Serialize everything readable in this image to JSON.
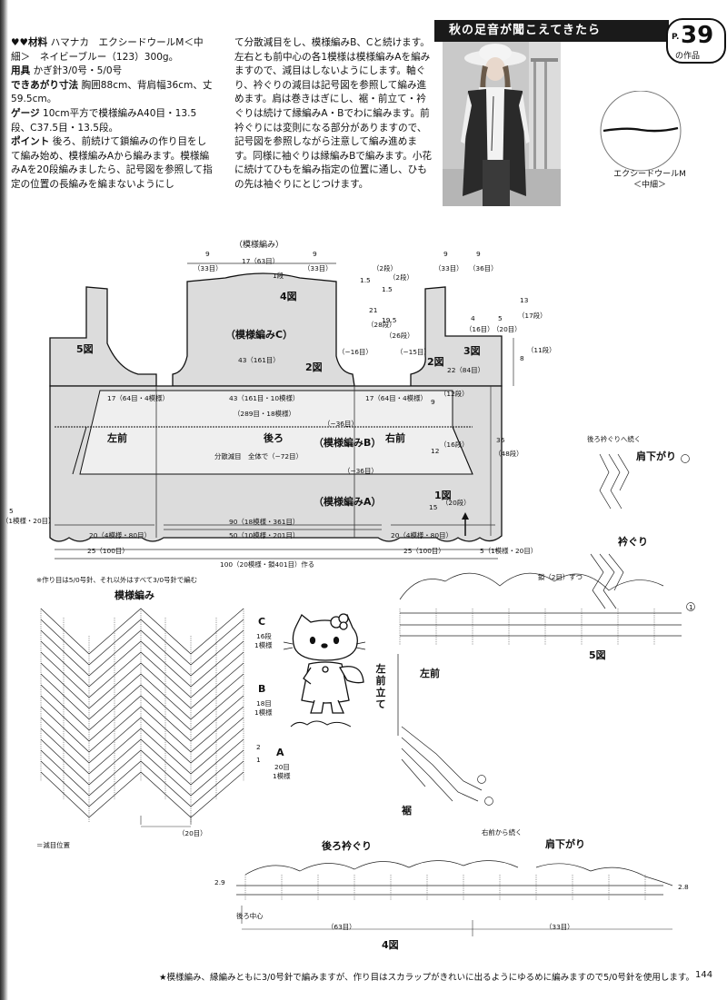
{
  "header": {
    "title": "秋の足音が聞こえてきたら",
    "page_prefix": "P.",
    "page_ref": "39",
    "page_suffix": "の作品"
  },
  "materials": {
    "label_materials": "♥♥材料",
    "materials_text": "ハマナカ　エクシードウールM＜中細＞　ネイビーブルー（123）300g。",
    "label_tools": "用具",
    "tools_text": "かぎ針3/0号・5/0号",
    "label_size": "できあがり寸法",
    "size_text": "胸囲88cm、背肩幅36cm、丈59.5cm。",
    "label_gauge": "ゲージ",
    "gauge_text": "10cm平方で模様編みA40目・13.5段、C37.5目・13.5段。",
    "label_point": "ポイント",
    "point_text": "後ろ、前続けて鎖編みの作り目をして編み始め、模様編みAから編みます。模様編みAを20段編みましたら、記号図を参照して指定の位置の長編みを編まないようにし"
  },
  "instructions_cont": "て分散減目をし、模様編みB、Cと続けます。左右とも前中心の各1模様は模様編みAを編みますので、減目はしないようにします。軸ぐり、衿ぐりの減目は記号図を参照して編み進めます。肩は巻きはぎにし、裾・前立て・衿ぐりは続けて縁編みA・Bでわに編みます。前衿ぐりには変則になる部分がありますので、記号図を参照しながら注意して編み進めます。同様に袖ぐりは縁編みBで編みます。小花に続けてひもを編み指定の位置に通し、ひもの先は袖ぐりにとじつけます。",
  "yarn": {
    "name": "エクシードウールM",
    "weight": "＜中細＞"
  },
  "schematic": {
    "pattern_top": "（模様編み）",
    "back_shoulder_l": "9",
    "back_shoulder_l2": "（33目）",
    "back_neck": "17（63目）",
    "back_neck_rows": "1段",
    "back_shoulder_r": "9",
    "back_shoulder_r2": "（33目）",
    "front_shoulder": "9",
    "front_shoulder2": "（33目）",
    "front_neck": "9",
    "front_neck2": "（36目）",
    "fig4": "4図",
    "fig5": "5図",
    "fig3": "3図",
    "fig2a": "2図",
    "fig2b": "2図",
    "fig1": "1図",
    "pattern_c": "（模様編みC）",
    "pattern_b": "（模様編みB）",
    "pattern_a": "（模様編みA）",
    "back_width": "43（161目）",
    "armhole_l": "（−16目）",
    "armhole_r": "（−15目）",
    "dim_15": "1.5",
    "dim_2rows": "（2段）",
    "dim_15b": "1.5",
    "dim_2rows_b": "（2段）",
    "dim_21": "21",
    "dim_28": "（28段）",
    "dim_195": "19.5",
    "dim_26": "（26段）",
    "dim_13": "13",
    "dim_17rows": "（17段）",
    "dim_4": "4",
    "dim_16": "（16目）",
    "dim_5": "5",
    "dim_20": "（20目）",
    "dim_8": "8",
    "dim_11": "（11段）",
    "dim_22": "22（84目）",
    "dec_17": "17（64目・4模様）",
    "dec_43": "43（161目・10模様）",
    "dec_17b": "17（64目・4模様）",
    "dec_289": "（289目・18模様）",
    "dec_36a": "（−36目）",
    "left_front": "左前",
    "back": "後ろ",
    "right_front": "右前",
    "distributed": "分散減目　全体で（−72目）",
    "dec_36b": "（−36目）",
    "dim_9": "9",
    "dim_12rows": "（12段）",
    "dim_12": "12",
    "dim_16rows": "（16段）",
    "dim_36": "36",
    "dim_48": "（48段）",
    "dim_15c": "15",
    "dim_20rows": "（20段）",
    "width_90": "90（18模様・361目）",
    "width_50": "50（10模様・201目）",
    "width_20l": "20（4模様・80目）",
    "width_20r": "20（4模様・80目）",
    "width_25l": "25（100目）",
    "width_25r": "25（100目）",
    "dim_5l": "5",
    "dim_5l2": "（1模様・20目）",
    "dim_5r": "5（1模様・20目）",
    "cast_on": "100（20模様・鎖401目）作る"
  },
  "pattern_chart": {
    "note": "※作り目は5/0号針、それ以外はすべて3/0号針で編む",
    "title": "模様編み",
    "c": "C",
    "c_rows": "16段",
    "c_rep": "1模様",
    "b": "B",
    "b_rows": "18目",
    "b_rep": "1模様",
    "a": "A",
    "a_rows": "20目",
    "a_rep": "1模様",
    "width": "（20目）",
    "dec_pos": "＝減目位置",
    "row_mark1": "2",
    "row_mark2": "1"
  },
  "fig5_chart": {
    "back_neck_cont": "後ろ衿ぐりへ続く",
    "shoulder": "肩下がり",
    "armhole": "衿ぐり",
    "chain": "鎖（2目）ずつ",
    "left_front": "左前",
    "left_front_band": "左前立て",
    "hem": "裾",
    "fig": "5図",
    "mark": "1"
  },
  "fig4_chart": {
    "back_neck": "後ろ衿ぐり",
    "right_front_cont": "右前から続く",
    "shoulder": "肩下がり",
    "back_center": "後ろ中心",
    "w63": "（63目）",
    "w33": "（33目）",
    "fig": "4図",
    "left_mark": "2.9",
    "right_mark": "2.8"
  },
  "footer": {
    "note": "★模様編み、縁編みともに3/0号針で編みますが、作り目はスカラップがきれいに出るようにゆるめに編みますので5/0号針を使用します。",
    "page_number": "144"
  }
}
